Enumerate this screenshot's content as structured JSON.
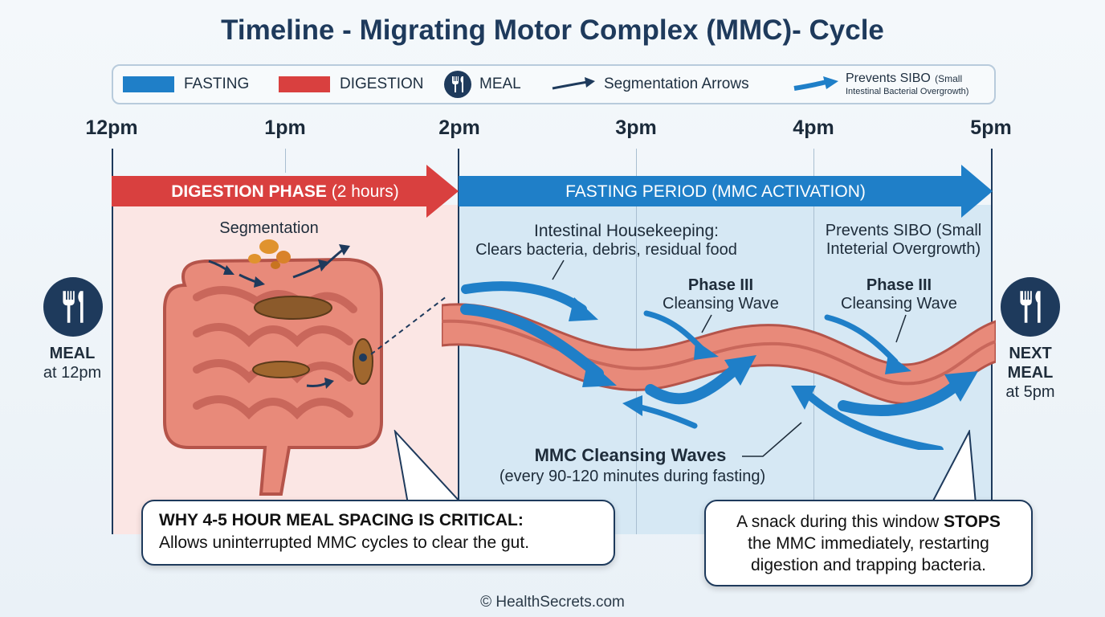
{
  "title": "Timeline - Migrating Motor Complex (MMC)- Cycle",
  "legend": {
    "fasting": "FASTING",
    "digestion": "DIGESTION",
    "meal": "MEAL",
    "segmentation": "Segmentation Arrows",
    "prevents_title": "Prevents SIBO",
    "prevents_paren": "(Small",
    "prevents_line2": "Intestinal Bacterial Overgrowth)"
  },
  "times": [
    "12pm",
    "1pm",
    "2pm",
    "3pm",
    "4pm",
    "5pm"
  ],
  "digestion_phase": {
    "label": "DIGESTION PHASE",
    "duration": "(2 hours)"
  },
  "fasting_phase": {
    "label": "FASTING PERIOD (MMC ACTIVATION)"
  },
  "segmentation_label": "Segmentation",
  "housekeeping": {
    "title": "Intestinal Housekeeping:",
    "detail": "Clears bacteria, debris, residual food"
  },
  "prevents_sibo": {
    "line1": "Prevents SIBO (Small",
    "line2": "Inteterial Overgrowth)"
  },
  "phase3_a": {
    "line1": "Phase III",
    "line2": "Cleansing Wave"
  },
  "phase3_b": {
    "line1": "Phase III",
    "line2": "Cleansing Wave"
  },
  "mmc_waves": {
    "title": "MMC Cleansing Waves",
    "detail": "(every 90-120 minutes during fasting)"
  },
  "meal_start": {
    "line1": "MEAL",
    "line2": "at 12pm"
  },
  "meal_next": {
    "line1": "NEXT",
    "line2": "MEAL",
    "line3": "at 5pm"
  },
  "why_callout": {
    "title": "WHY 4-5 HOUR MEAL SPACING IS CRITICAL:",
    "detail": "Allows uninterrupted MMC cycles to clear the gut."
  },
  "snack_callout": {
    "part1": "A snack during this window ",
    "emph": "STOPS",
    "line2": "the MMC immediately, restarting",
    "line3": "digestion and trapping bacteria."
  },
  "footer": "© HealthSecrets.com",
  "colors": {
    "fasting": "#1f7fc8",
    "digestion": "#d9403f",
    "navy": "#1e3a5c",
    "intestine": "#e88a7a"
  }
}
